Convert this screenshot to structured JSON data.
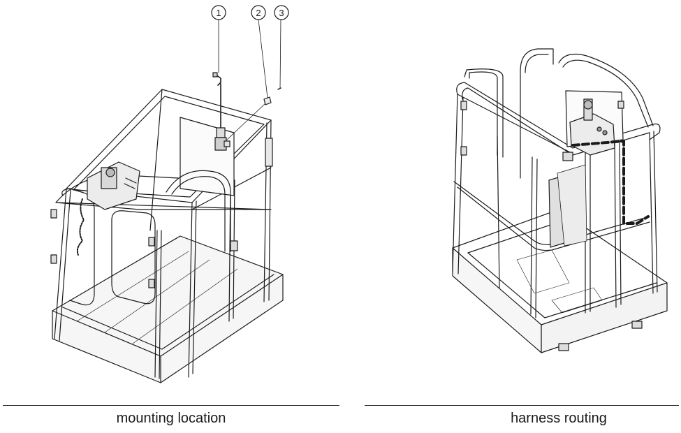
{
  "callouts": [
    "1",
    "2",
    "3"
  ],
  "captions": {
    "left": "mounting location",
    "right": "harness routing"
  }
}
